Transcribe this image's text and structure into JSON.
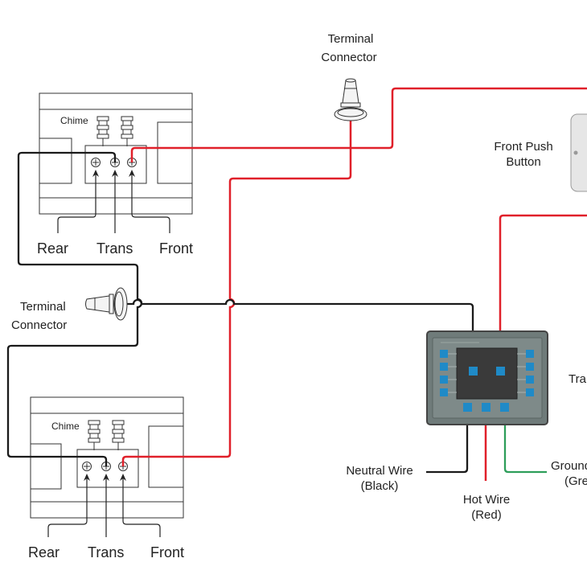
{
  "labels": {
    "terminal_top": [
      "Terminal",
      "Connector"
    ],
    "terminal_left": [
      "Terminal",
      "Connector"
    ],
    "front_push_button": [
      "Front Push",
      "Button"
    ],
    "transformer_partial": "Tra",
    "chime_top": "Chime",
    "chime_bottom": "Chime",
    "top_terminals": [
      "Rear",
      "Trans",
      "Front"
    ],
    "bottom_terminals": [
      "Rear",
      "Trans",
      "Front"
    ],
    "neutral_wire": [
      "Neutral Wire",
      "(Black)"
    ],
    "hot_wire": [
      "Hot Wire",
      "(Red)"
    ],
    "ground_wire": [
      "Ground",
      "(Gre"
    ]
  },
  "colors": {
    "red_wire": "#e0202a",
    "black_wire": "#1a1a1a",
    "green_wire": "#2e9e5a",
    "box_gray": "#6f7b7a",
    "box_inner": "#3a3a3a",
    "terminal_blue": "#1f8ac7",
    "outline": "#333333"
  }
}
